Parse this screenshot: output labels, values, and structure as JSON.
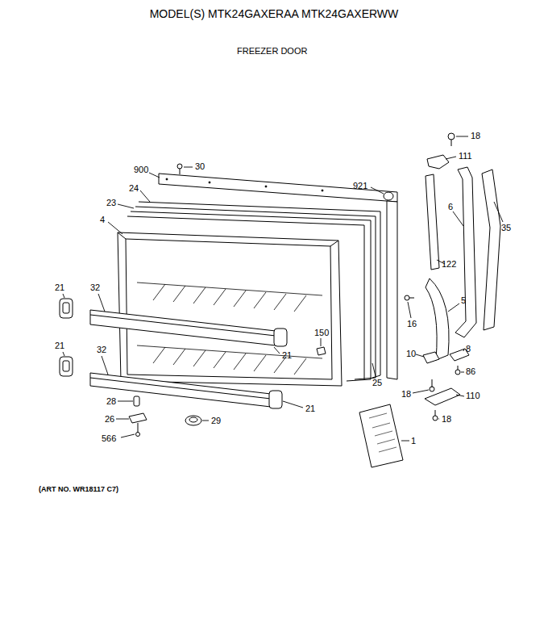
{
  "diagram": {
    "title": "MODEL(S) MTK24GAXERAA MTK24GAXERWW",
    "caption": "(ART NO. WR18117 C7)",
    "labels": [
      "FREEZER DOOR",
      "18",
      "111",
      "900",
      "30",
      "24",
      "921",
      "35",
      "6",
      "23",
      "4",
      "122",
      "21",
      "32",
      "5",
      "16",
      "150",
      "21",
      "32",
      "21",
      "10",
      "8",
      "86",
      "25",
      "18",
      "110",
      "28",
      "21",
      "26",
      "29",
      "18",
      "1",
      "566"
    ]
  }
}
